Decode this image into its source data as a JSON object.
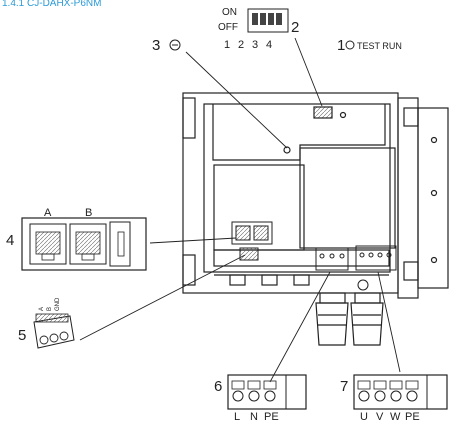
{
  "header": {
    "title": "1.4.1 CJ-DAHX-P6NM"
  },
  "callouts": {
    "c1": "1",
    "c2": "2",
    "c3": "3",
    "c4": "4",
    "c5": "5",
    "c6": "6",
    "c7": "7"
  },
  "dip_switch": {
    "on_label": "ON",
    "off_label": "OFF",
    "positions": [
      "1",
      "2",
      "3",
      "4"
    ]
  },
  "test_run": {
    "label": "TEST RUN"
  },
  "rj45": {
    "a_label": "A",
    "b_label": "B"
  },
  "rs485_terminal": {
    "pin_labels": [
      "A",
      "B",
      "GND"
    ]
  },
  "power_terminal": {
    "labels": [
      "L",
      "N",
      "PE"
    ]
  },
  "motor_terminal": {
    "labels": [
      "U",
      "V",
      "W",
      "PE"
    ]
  }
}
